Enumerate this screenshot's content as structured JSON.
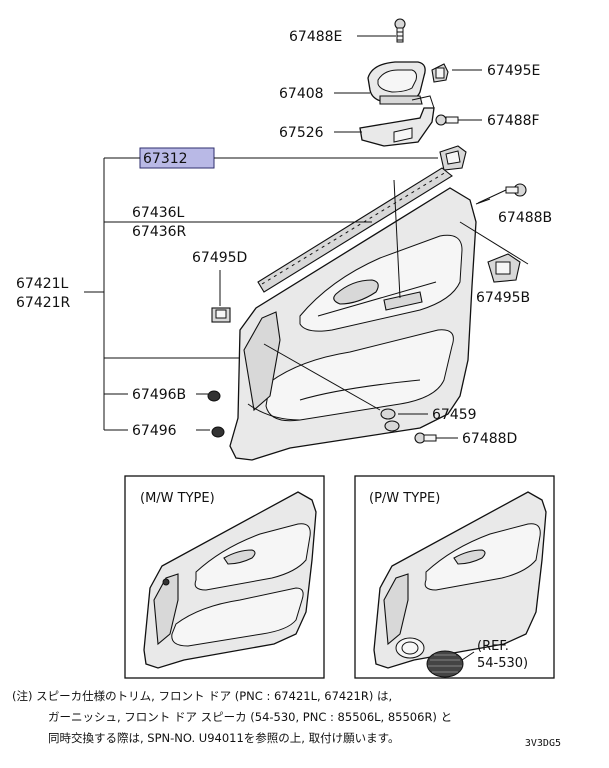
{
  "parts": {
    "p67488E": "67488E",
    "p67495E": "67495E",
    "p67408": "67408",
    "p67526": "67526",
    "p67488F": "67488F",
    "p67312": "67312",
    "p67436L": "67436L",
    "p67436R": "67436R",
    "p67488B": "67488B",
    "p67495D": "67495D",
    "p67421L": "67421L",
    "p67421R": "67421R",
    "p67495B": "67495B",
    "p67496B": "67496B",
    "p67459": "67459",
    "p67496": "67496",
    "p67488D": "67488D"
  },
  "insets": {
    "mw_title": "(M/W TYPE)",
    "pw_title": "(P/W TYPE)",
    "ref_line1": "(REF.",
    "ref_line2": "54-530)"
  },
  "note": {
    "line1": "(注) スピーカ仕様のトリム, フロント ドア (PNC : 67421L, 67421R) は,",
    "line2": "ガーニッシュ, フロント ドア スピーカ (54-530, PNC : 85506L, 85506R) と",
    "line3": "同時交換する際は, SPN-NO. U94011を参照の上, 取付け願います。"
  },
  "diagram_code": "3V3DG5",
  "colors": {
    "highlight": "#b9b9e6"
  }
}
